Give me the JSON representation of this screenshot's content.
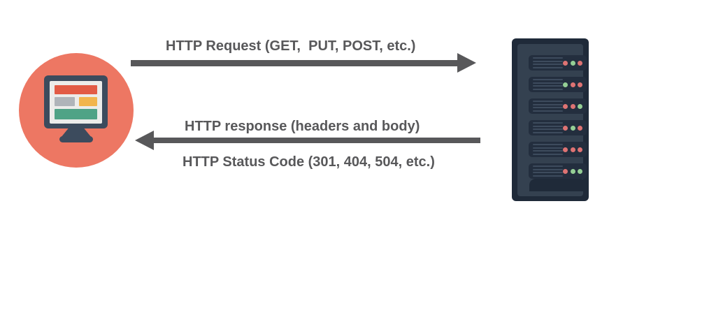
{
  "labels": {
    "request": "HTTP Request (GET,  PUT, POST, etc.)",
    "response_line1": "HTTP response (headers and body)",
    "response_line2": "HTTP Status Code (301, 404, 504, etc.)"
  },
  "client": {
    "icon": "desktop-computer-icon",
    "description": "monitor inside coral circle",
    "screen_blocks": [
      "red-header-bar",
      "gray-bar",
      "yellow-bar",
      "green-content-block"
    ]
  },
  "server": {
    "icon": "server-rack-icon",
    "slot_count": 6,
    "slots": [
      {
        "leds": [
          "red",
          "green",
          "red"
        ]
      },
      {
        "leds": [
          "green",
          "red",
          "red"
        ]
      },
      {
        "leds": [
          "red",
          "red",
          "green"
        ]
      },
      {
        "leds": [
          "red",
          "green",
          "red"
        ]
      },
      {
        "leds": [
          "red",
          "red",
          "red"
        ]
      },
      {
        "leds": [
          "red",
          "green",
          "green"
        ]
      }
    ],
    "lines_per_slot": 4
  },
  "arrows": {
    "request_direction": "left-to-right",
    "response_direction": "right-to-left"
  },
  "colors": {
    "background": "#FFFFFF",
    "circle": "#ED7763",
    "monitor_frame": "#3C4B5D",
    "screen_red": "#E25B45",
    "screen_gray": "#AFB4B9",
    "screen_yellow": "#F2B54D",
    "screen_green": "#4FA386",
    "arrow_text_gray": "#58585A",
    "server_case": "#1F2A39",
    "server_panel": "#344150",
    "server_slot": "#232E3E",
    "slot_line": "#3D4B5D",
    "led_red": "#DE7373",
    "led_green": "#95CF95"
  },
  "layout": {
    "slot_top_offsets": [
      16,
      47,
      78,
      109,
      140,
      171
    ]
  }
}
